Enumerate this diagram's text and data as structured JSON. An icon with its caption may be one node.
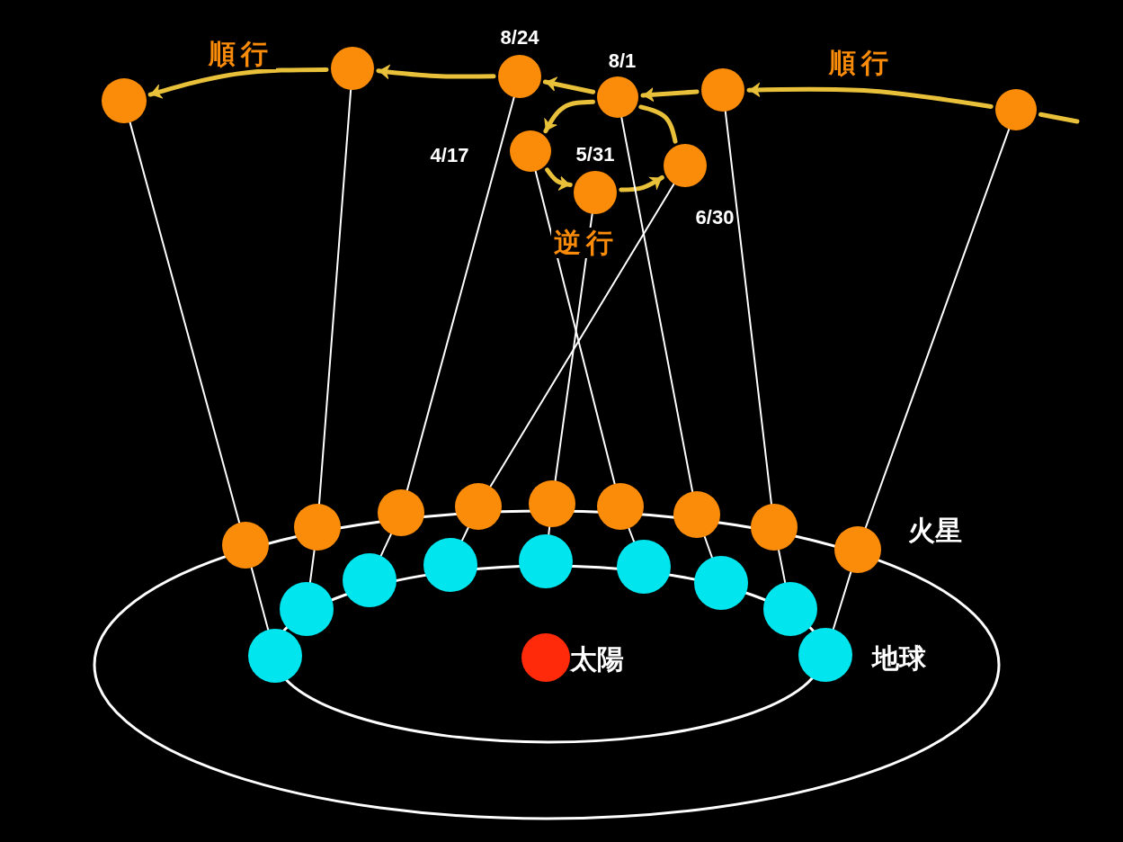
{
  "diagram": {
    "nodes": [
      {
        "text": [],
        "shape": "circle"
      },
      {
        "text": [],
        "shape": "circle"
      },
      {
        "text": [],
        "shape": "circle",
        "beside": [
          "8/24"
        ]
      },
      {
        "text": [],
        "shape": "circle",
        "beside": [
          "8/1"
        ]
      },
      {
        "text": [],
        "shape": "circle"
      },
      {
        "text": [],
        "shape": "circle"
      },
      {
        "text": [],
        "shape": "circle",
        "beside": [
          "4/17"
        ]
      },
      {
        "text": [],
        "shape": "circle",
        "beside": [
          "6/30"
        ]
      },
      {
        "text": [],
        "shape": "circle",
        "beside": [
          "5/31"
        ]
      },
      {
        "text": [],
        "shape": "circle"
      },
      {
        "text": [],
        "shape": "circle"
      },
      {
        "text": [],
        "shape": "circle"
      },
      {
        "text": [],
        "shape": "circle"
      },
      {
        "text": [],
        "shape": "circle"
      },
      {
        "text": [],
        "shape": "circle"
      },
      {
        "text": [],
        "shape": "circle"
      },
      {
        "text": [],
        "shape": "circle"
      },
      {
        "text": [],
        "shape": "circle"
      },
      {
        "text": [],
        "shape": "circle"
      },
      {
        "text": [],
        "shape": "circle"
      },
      {
        "text": [],
        "shape": "circle"
      },
      {
        "text": [],
        "shape": "circle"
      },
      {
        "text": [],
        "shape": "circle"
      },
      {
        "text": [],
        "shape": "circle"
      },
      {
        "text": [],
        "shape": "circle"
      },
      {
        "text": [],
        "shape": "circle"
      },
      {
        "text": [],
        "shape": "circle"
      },
      {
        "text": [],
        "shape": "circle",
        "beside": [
          "太陽"
        ]
      }
    ],
    "edges": [
      {
        "from": 1,
        "to": 0,
        "arrow": "to",
        "style": "thick",
        "color": "#e8c03a"
      },
      {
        "from": 2,
        "to": 1,
        "arrow": "to",
        "style": "thick",
        "color": "#e8c03a"
      },
      {
        "from": 3,
        "to": 2,
        "arrow": "to",
        "style": "thick",
        "color": "#e8c03a"
      },
      {
        "from": 4,
        "to": 3,
        "arrow": "to",
        "style": "thick",
        "color": "#e8c03a"
      },
      {
        "from": 5,
        "to": 4,
        "arrow": "to",
        "style": "thick",
        "color": "#e8c03a"
      },
      {
        "from": null,
        "to": 5,
        "arrow": "none",
        "style": "thick",
        "color": "#e8c03a"
      },
      {
        "from": 3,
        "to": 6,
        "arrow": "to",
        "style": "thick",
        "color": "#e8c03a"
      },
      {
        "from": 6,
        "to": 8,
        "arrow": "to",
        "style": "thick",
        "color": "#e8c03a"
      },
      {
        "from": 8,
        "to": 7,
        "arrow": "to",
        "style": "thick",
        "color": "#e8c03a"
      },
      {
        "from": 7,
        "to": 3,
        "arrow": "none",
        "style": "thick",
        "color": "#e8c03a"
      },
      {
        "from": 18,
        "to": 9,
        "arrow": "none"
      },
      {
        "from": 19,
        "to": 10,
        "arrow": "none"
      },
      {
        "from": 20,
        "to": 11,
        "arrow": "none"
      },
      {
        "from": 21,
        "to": 12,
        "arrow": "none"
      },
      {
        "from": 22,
        "to": 13,
        "arrow": "none"
      },
      {
        "from": 23,
        "to": 14,
        "arrow": "none"
      },
      {
        "from": 24,
        "to": 15,
        "arrow": "none"
      },
      {
        "from": 25,
        "to": 16,
        "arrow": "none"
      },
      {
        "from": 26,
        "to": 17,
        "arrow": "none"
      },
      {
        "from": 9,
        "to": 0,
        "arrow": "none"
      },
      {
        "from": 10,
        "to": 1,
        "arrow": "none"
      },
      {
        "from": 11,
        "to": 2,
        "arrow": "none"
      },
      {
        "from": 12,
        "to": 7,
        "arrow": "none"
      },
      {
        "from": 13,
        "to": 8,
        "arrow": "none"
      },
      {
        "from": 14,
        "to": 6,
        "arrow": "none"
      },
      {
        "from": 15,
        "to": 3,
        "arrow": "none"
      },
      {
        "from": 16,
        "to": 4,
        "arrow": "none"
      },
      {
        "from": 17,
        "to": 5,
        "arrow": "none"
      }
    ],
    "labels": [
      "順行",
      "順行",
      "逆行",
      "火星",
      "地球"
    ]
  }
}
